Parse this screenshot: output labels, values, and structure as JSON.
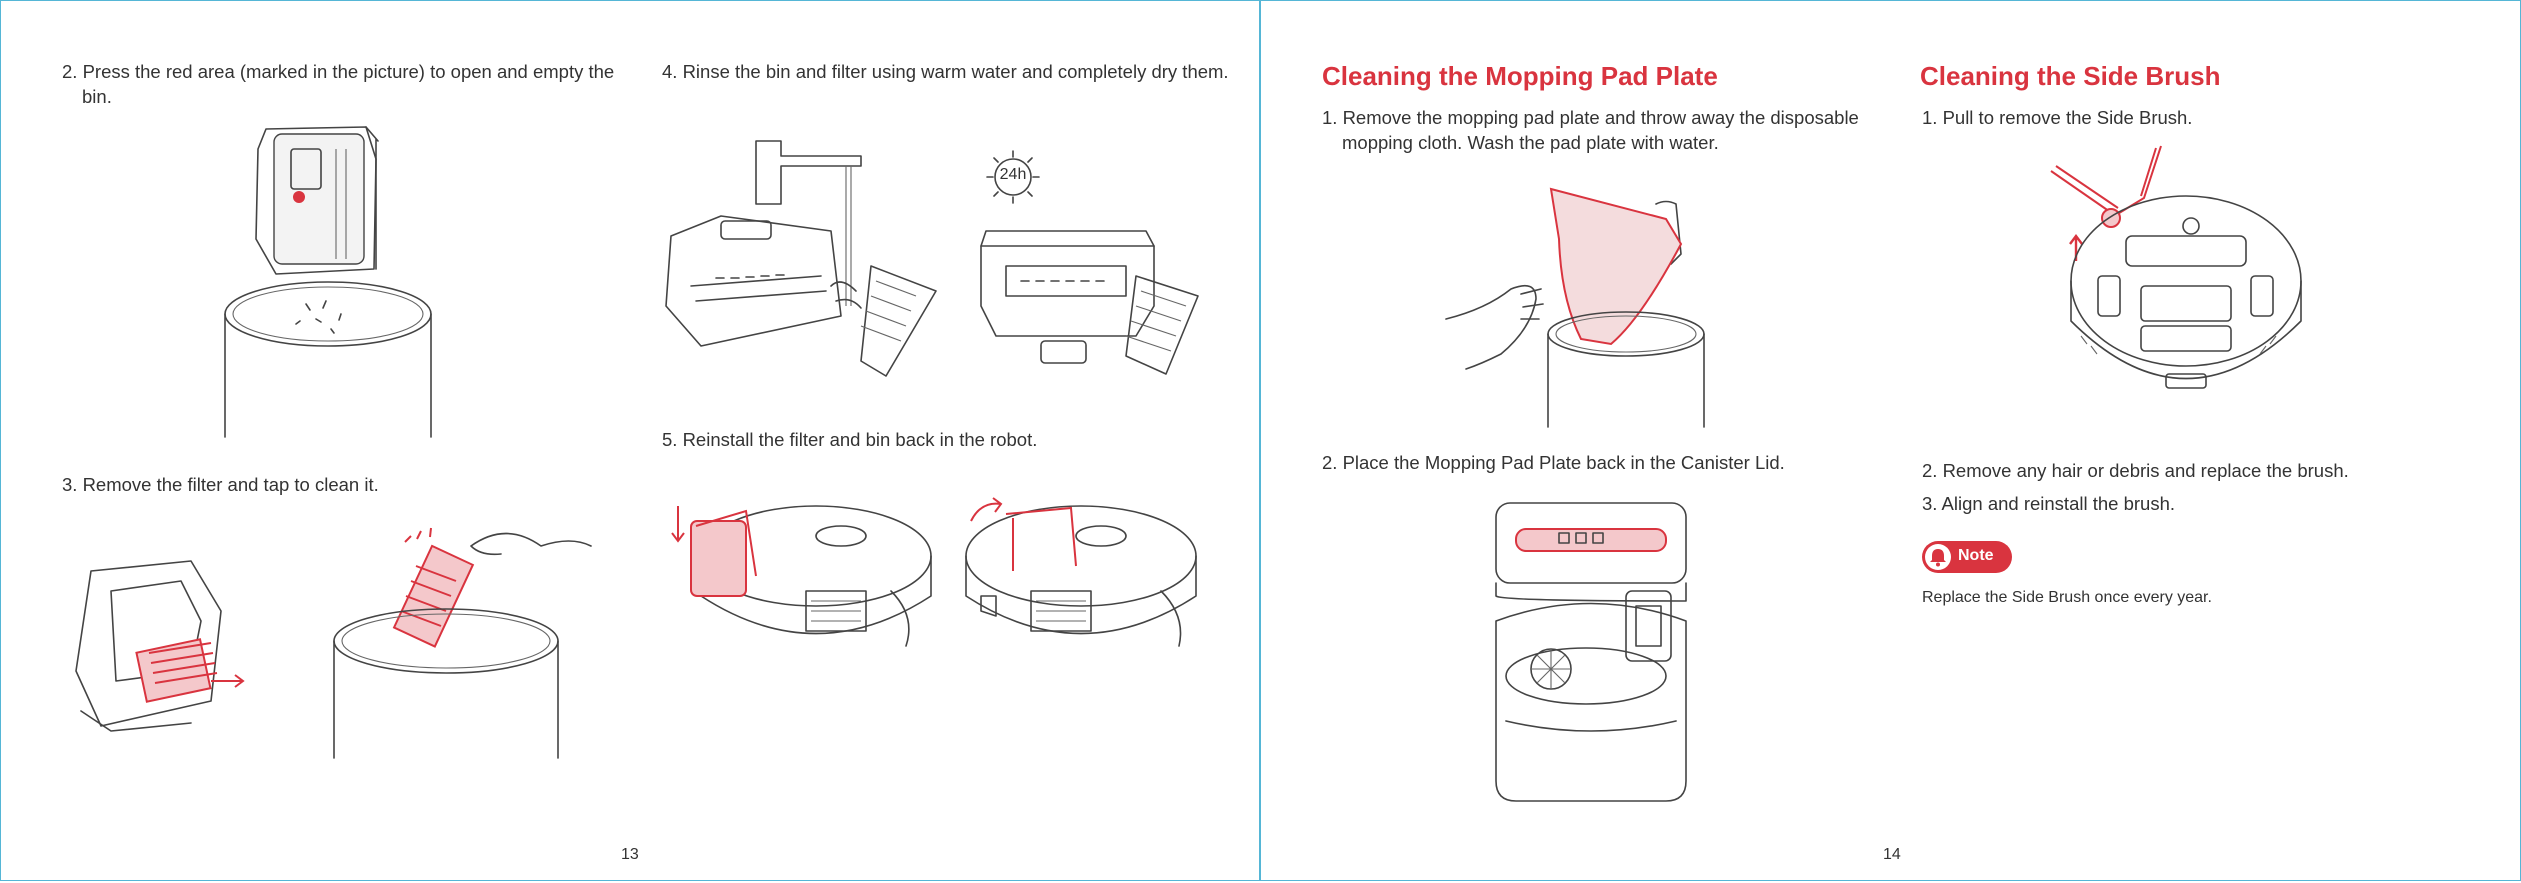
{
  "left_page": {
    "steps": [
      {
        "id": "step-2",
        "text": "2. Press the red area (marked in the picture) to open and empty the bin."
      },
      {
        "id": "step-3",
        "text": "3. Remove the filter and tap to clean it."
      },
      {
        "id": "step-4",
        "text": "4. Rinse the bin and filter using warm water and completely dry them."
      },
      {
        "id": "step-5",
        "text": "5. Reinstall the filter and bin back in the robot."
      }
    ],
    "dry_time_label": "24h",
    "page_number": "13"
  },
  "right_page": {
    "mopping_section": {
      "heading": "Cleaning the Mopping Pad Plate",
      "step1": "1. Remove the mopping pad plate and throw away the disposable mopping cloth. Wash the pad plate with water.",
      "step2": "2. Place the Mopping Pad Plate back in the Canister Lid."
    },
    "brush_section": {
      "heading": "Cleaning the Side Brush",
      "step1": "1. Pull to remove the Side Brush.",
      "step2": "2. Remove any hair or debris and replace the brush.",
      "step3": "3. Align and reinstall the brush."
    },
    "note": {
      "label": "Note",
      "icon": "bell-icon",
      "text": "Replace the Side Brush once every year."
    },
    "page_number": "14"
  },
  "colors": {
    "accent_red": "#d9343f",
    "page_border": "#55b6d6",
    "body_text": "#333333"
  }
}
